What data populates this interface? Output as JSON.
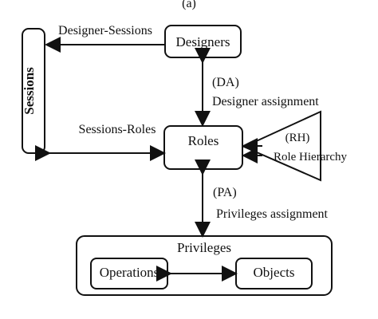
{
  "diagram": {
    "top_fragment": "(a)",
    "nodes": {
      "sessions": "Sessions",
      "designers": "Designers",
      "roles": "Roles",
      "privileges": "Privileges",
      "operations": "Operations",
      "objects": "Objects"
    },
    "edges": {
      "designer_sessions": "Designer-Sessions",
      "sessions_roles": "Sessions-Roles",
      "da_code": "(DA)",
      "da_label": "Designer assignment",
      "rh_code": "(RH)",
      "rh_label": "Role Hierarchy",
      "pa_code": "(PA)",
      "pa_label": "Privileges assignment"
    }
  }
}
